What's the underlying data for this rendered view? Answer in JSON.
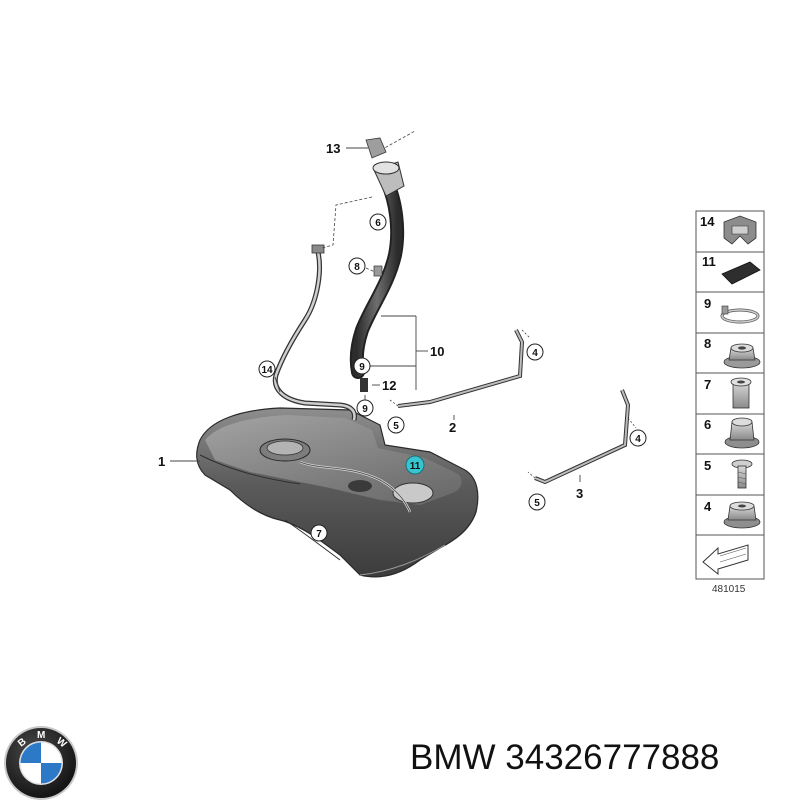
{
  "callouts": {
    "c1": "1",
    "c2": "2",
    "c3": "3",
    "c4a": "4",
    "c4b": "4",
    "c5a": "5",
    "c5b": "5",
    "c6": "6",
    "c7": "7",
    "c8": "8",
    "c9a": "9",
    "c9b": "9",
    "c10": "10",
    "c11": "11",
    "c12": "12",
    "c13": "13",
    "c14": "14"
  },
  "legend": [
    {
      "num": "14",
      "icon": "clip-icon"
    },
    {
      "num": "11",
      "icon": "pad-icon"
    },
    {
      "num": "9",
      "icon": "hose-clamp-icon"
    },
    {
      "num": "8",
      "icon": "flange-nut-icon"
    },
    {
      "num": "7",
      "icon": "spacer-sleeve-icon"
    },
    {
      "num": "6",
      "icon": "collar-nut-icon"
    },
    {
      "num": "5",
      "icon": "bolt-icon"
    },
    {
      "num": "4",
      "icon": "hex-nut-icon"
    }
  ],
  "reference_code": "481015",
  "brand": {
    "name": "BMW",
    "part_number": "34326777888",
    "logo_letters": "BMW"
  },
  "colors": {
    "highlight_callout": "#37c6d0",
    "logo_blue": "#2c79c8",
    "logo_black": "#1b1b1b"
  }
}
